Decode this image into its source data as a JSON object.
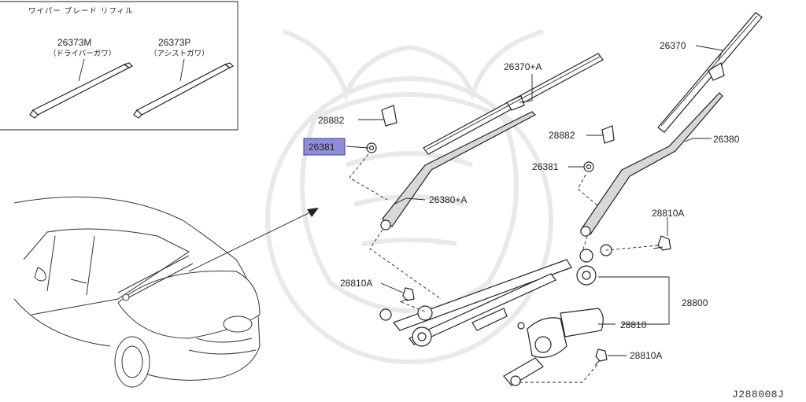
{
  "diagram": {
    "refill_box": {
      "title": "ワイパー ブレード リフィル",
      "driver_part": "26373M",
      "driver_side": "（ドライバーガワ）",
      "assist_part": "26373P",
      "assist_side": "（アシストガワ）"
    },
    "callouts": {
      "blade_right": "26370",
      "blade_left": "26370+A",
      "cap_left": "28882",
      "nut_left_highlighted": "26381",
      "arm_left": "26380+A",
      "cap_right": "28882",
      "arm_right": "26380",
      "nut_right": "26381",
      "bolt_right": "28810A",
      "bolt_left": "28810A",
      "linkage_assy": "28800",
      "motor": "28810",
      "bolt_motor": "28810A"
    },
    "highlight_color": "#8e8ed8",
    "diagram_code": "J288008J"
  }
}
